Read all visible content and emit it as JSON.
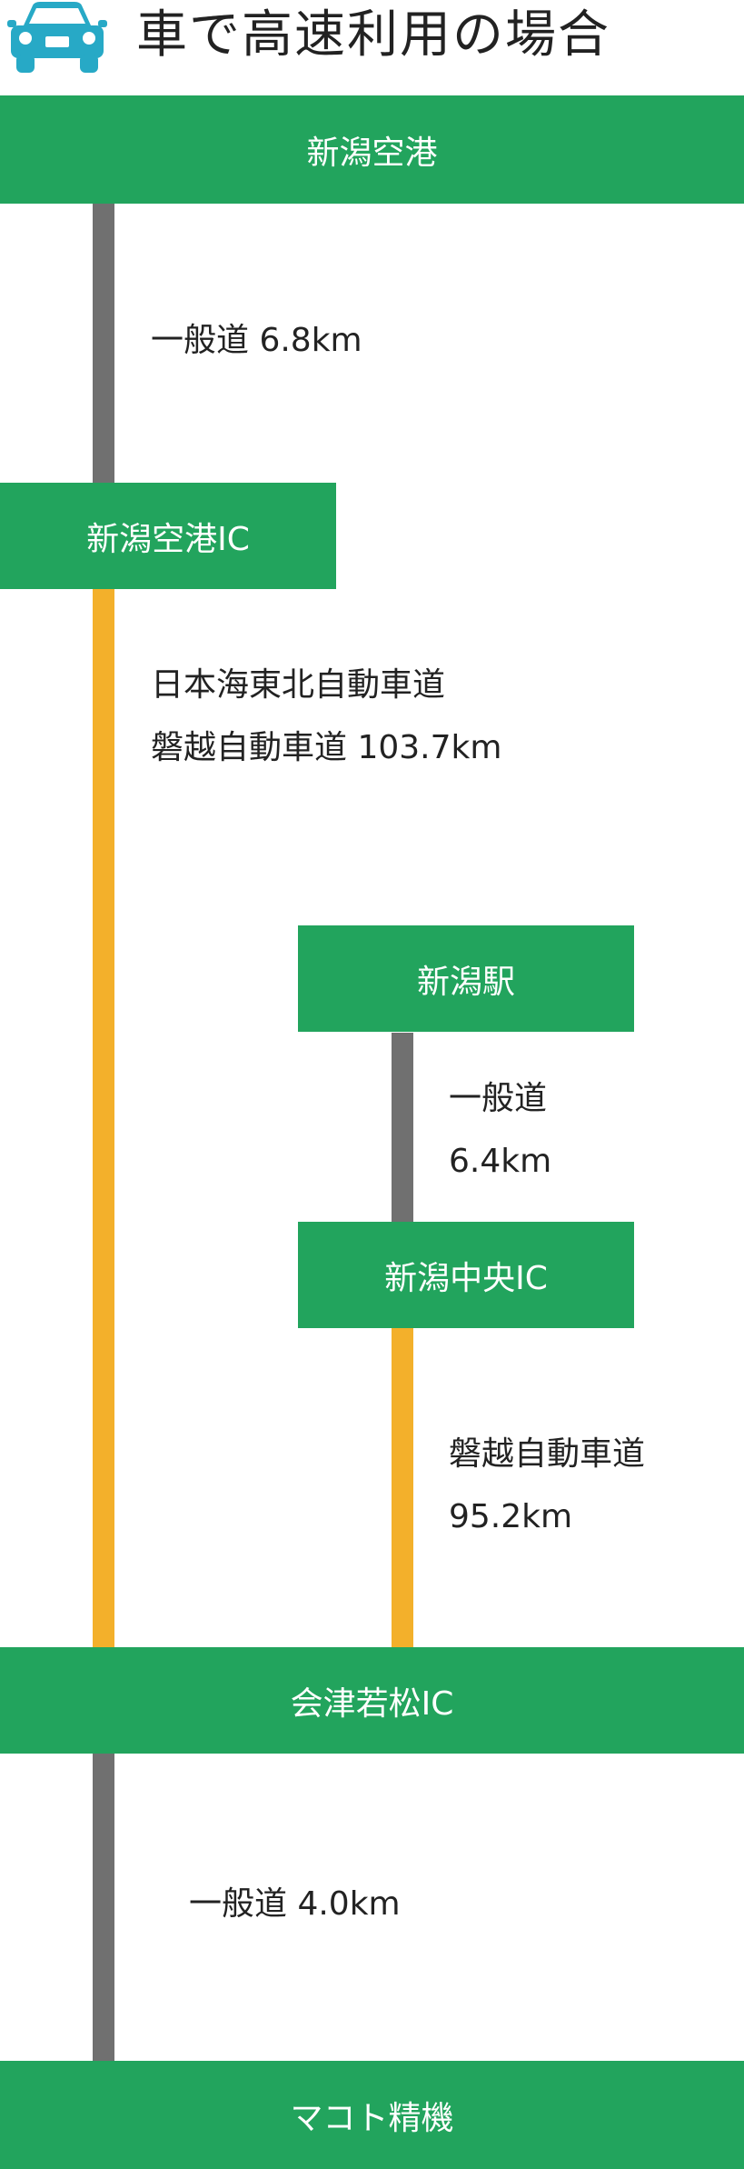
{
  "header": {
    "icon": "car-icon",
    "title": "車で高速利用の場合"
  },
  "colors": {
    "station": "#22a45d",
    "general_road": "#707070",
    "expressway": "#f3b02b",
    "icon": "#27a9c6"
  },
  "stations": {
    "niigata_airport": "新潟空港",
    "niigata_airport_ic": "新潟空港IC",
    "niigata_station": "新潟駅",
    "niigata_chuo_ic": "新潟中央IC",
    "aizu_wakamatsu_ic": "会津若松IC",
    "makoto_seiki": "マコト精機"
  },
  "segments": {
    "airport_to_airport_ic": {
      "line1": "一般道 6.8km"
    },
    "airport_ic_to_aizu": {
      "line1": "日本海東北自動車道",
      "line2": "磐越自動車道 103.7km"
    },
    "station_to_chuo_ic": {
      "line1": "一般道",
      "line2": "6.4km"
    },
    "chuo_ic_to_aizu": {
      "line1": "磐越自動車道",
      "line2": "95.2km"
    },
    "aizu_to_makoto": {
      "line1": "一般道 4.0km"
    }
  }
}
